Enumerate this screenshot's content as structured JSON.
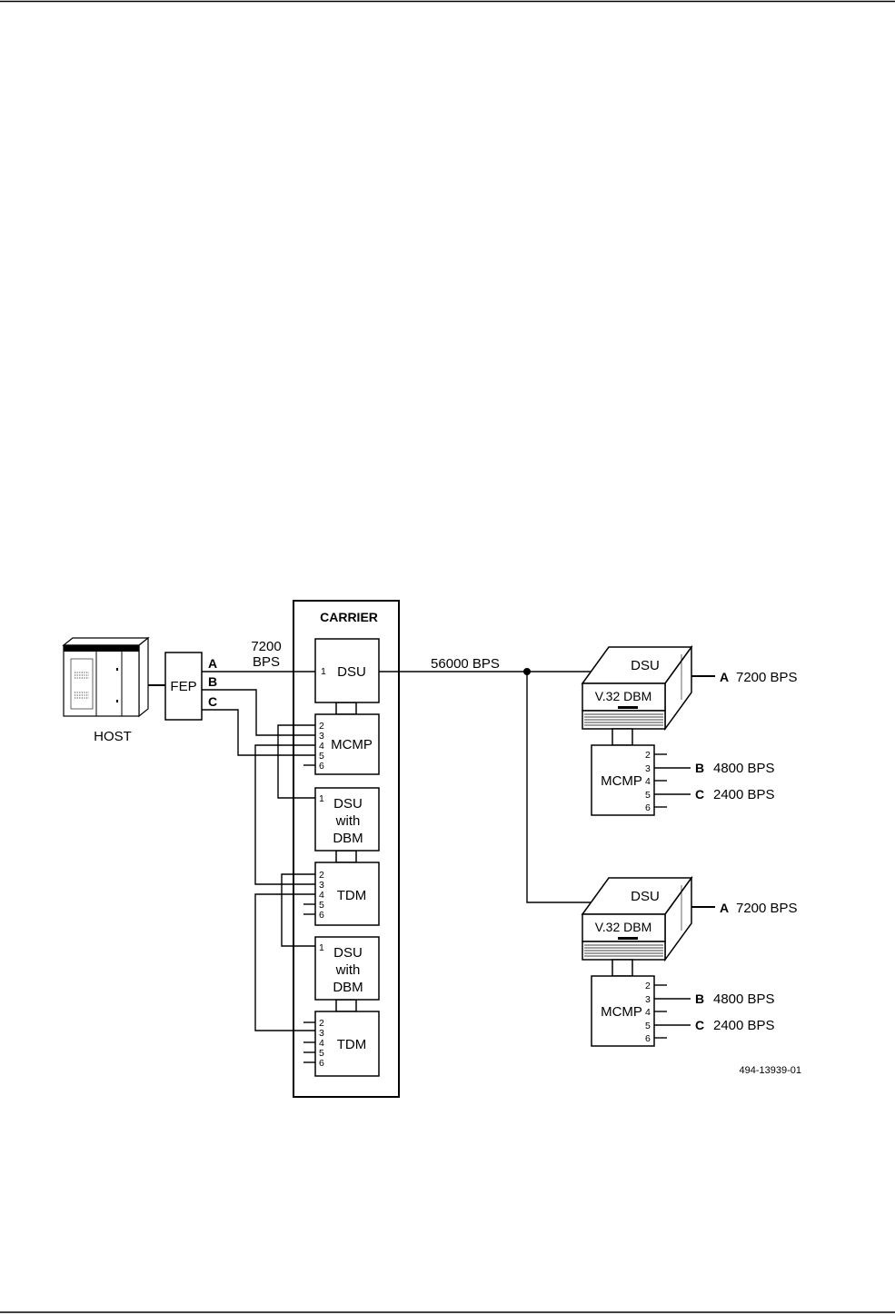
{
  "diagram": {
    "carrier_label": "CARRIER",
    "host_label": "HOST",
    "fep_label": "FEP",
    "channels": {
      "a": "A",
      "b": "B",
      "c": "C"
    },
    "rate_top": "7200",
    "rate_bottom": "BPS",
    "link_rate": "56000 BPS",
    "carrier_units": {
      "dsu": "DSU",
      "mcmp": "MCMP",
      "dsu_dbm_1": [
        "DSU",
        "with",
        "DBM"
      ],
      "tdm_1": "TDM",
      "dsu_dbm_2": [
        "DSU",
        "with",
        "DBM"
      ],
      "tdm_2": "TDM"
    },
    "port_numbers": [
      "1",
      "2",
      "3",
      "4",
      "5",
      "6"
    ],
    "remote_sites": [
      {
        "dsu_label": "DSU",
        "modem_label": "V.32 DBM",
        "mcmp_label": "MCMP",
        "out_a_letter": "A",
        "out_a_rate": "7200 BPS",
        "out_b_letter": "B",
        "out_b_rate": "4800 BPS",
        "out_c_letter": "C",
        "out_c_rate": "2400 BPS"
      },
      {
        "dsu_label": "DSU",
        "modem_label": "V.32 DBM",
        "mcmp_label": "MCMP",
        "out_a_letter": "A",
        "out_a_rate": "7200 BPS",
        "out_b_letter": "B",
        "out_b_rate": "4800 BPS",
        "out_c_letter": "C",
        "out_c_rate": "2400 BPS"
      }
    ],
    "figure_id": "494-13939-01"
  }
}
